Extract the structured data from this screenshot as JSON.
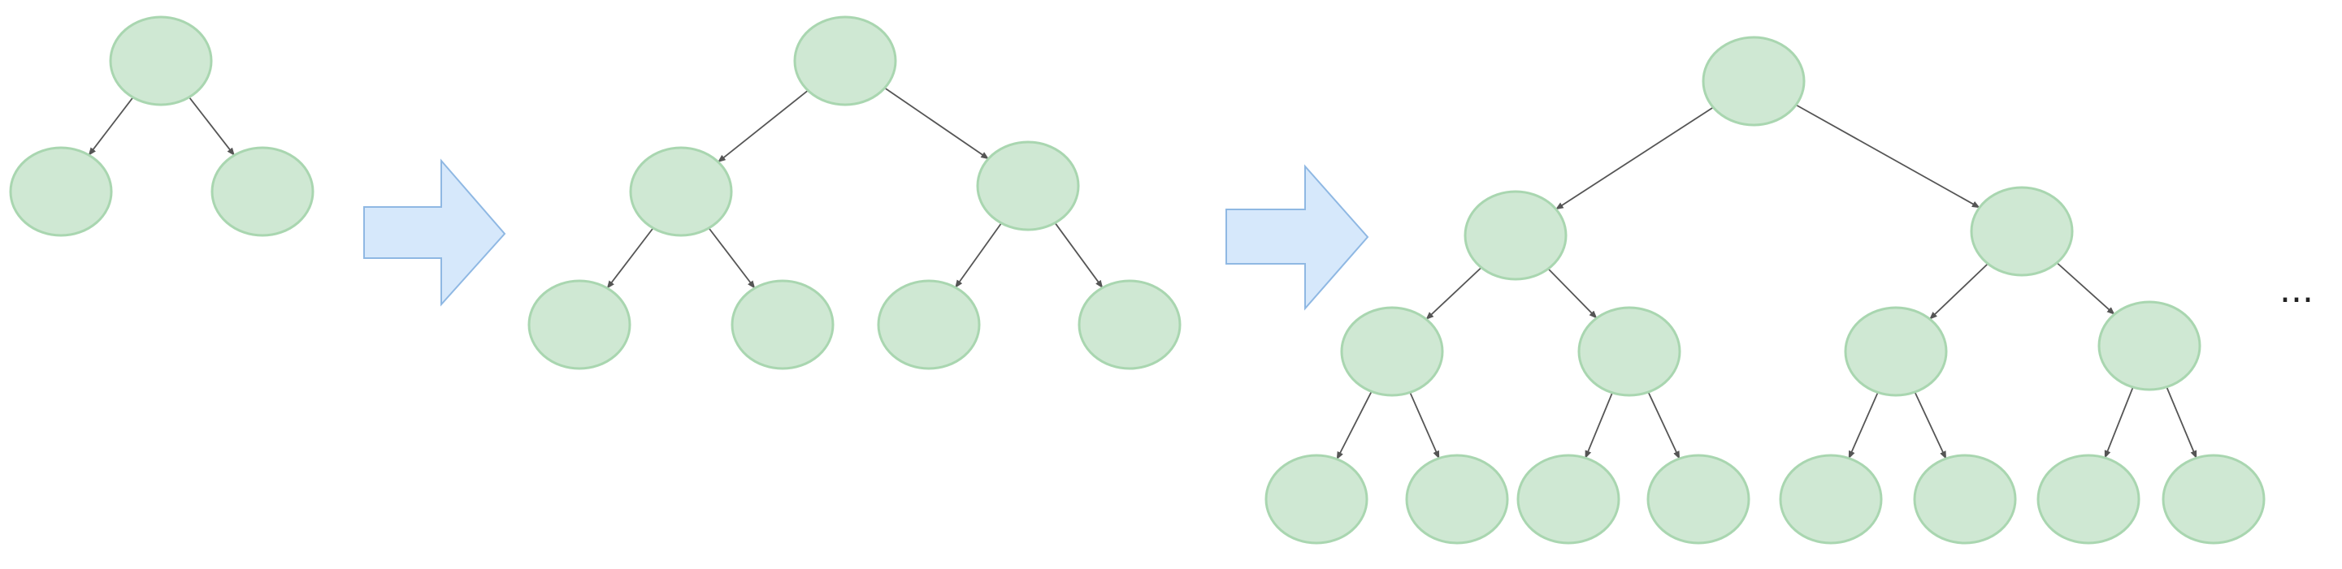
{
  "diagram": {
    "continuation_text": "...",
    "colors": {
      "node_fill": "#cfe8d3",
      "node_stroke": "#a9d6b0",
      "edge": "#555555",
      "arrow_fill": "#d6e8fb",
      "arrow_stroke": "#8fb8e3"
    },
    "trees": [
      {
        "depth": 1
      },
      {
        "depth": 2
      },
      {
        "depth": 3
      }
    ],
    "transitions": 2
  }
}
